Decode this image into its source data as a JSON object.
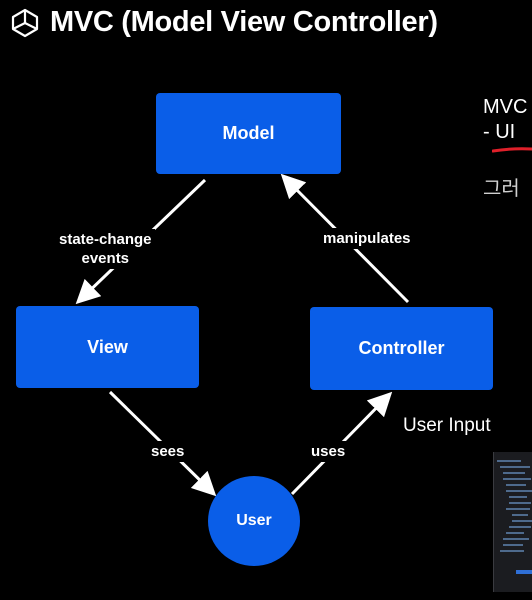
{
  "header": {
    "title": "MVC (Model View Controller)",
    "logo_icon": "unity-logo-icon"
  },
  "diagram": {
    "nodes": {
      "model": "Model",
      "view": "View",
      "controller": "Controller",
      "user": "User"
    },
    "edges": {
      "model_to_view": "state-change\nevents",
      "controller_to_model": "manipulates",
      "view_to_user": "sees",
      "user_to_controller": "uses"
    },
    "node_color": "#0a5ee8"
  },
  "side": {
    "mvc_text": "MVC",
    "ui_text": "- UI",
    "korean_text": "그러",
    "user_input": "User Input",
    "underline_color": "#e0202a"
  }
}
